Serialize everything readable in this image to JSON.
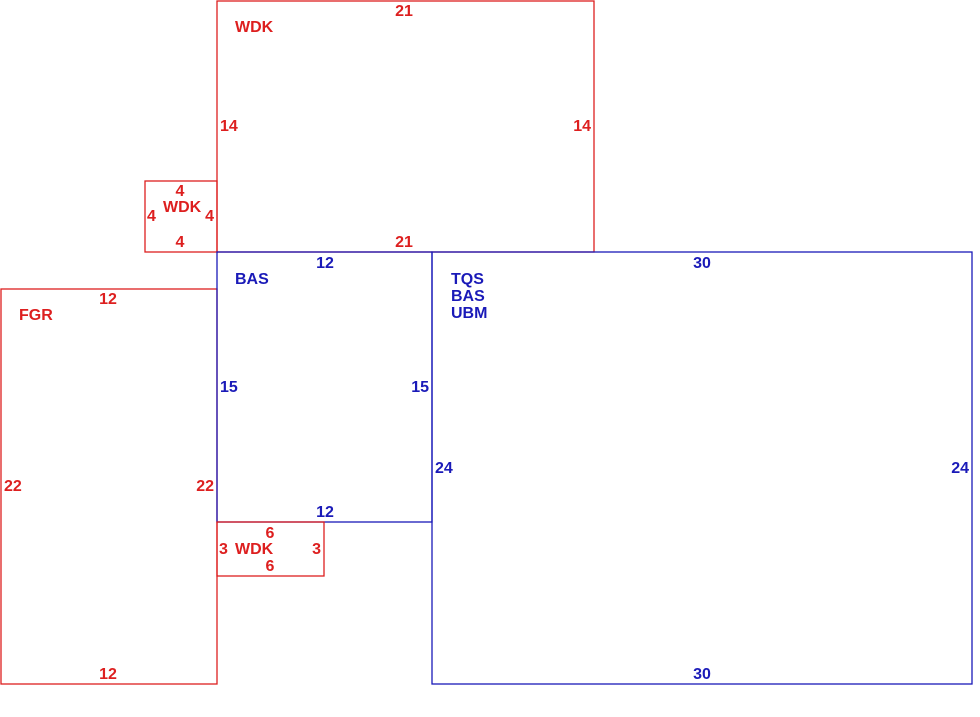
{
  "colors": {
    "red": "#dd1f1f",
    "blue": "#1a1ab8"
  },
  "areas": {
    "wdk_top": {
      "label": "WDK",
      "top": "21",
      "bottom": "21",
      "left": "14",
      "right": "14"
    },
    "wdk_small": {
      "label": "WDK",
      "top": "4",
      "bottom": "4",
      "left": "4",
      "right": "4"
    },
    "fgr": {
      "label": "FGR",
      "top": "12",
      "bottom": "12",
      "left": "22",
      "right": "22"
    },
    "bas": {
      "label": "BAS",
      "top": "12",
      "bottom": "12",
      "left": "15",
      "right": "15"
    },
    "main": {
      "labels": [
        "TQS",
        "BAS",
        "UBM"
      ],
      "top": "30",
      "bottom": "30",
      "left": "24",
      "right": "24"
    },
    "wdk_bottom": {
      "label": "WDK",
      "top": "6",
      "bottom": "6",
      "left": "3",
      "right": "3"
    }
  }
}
